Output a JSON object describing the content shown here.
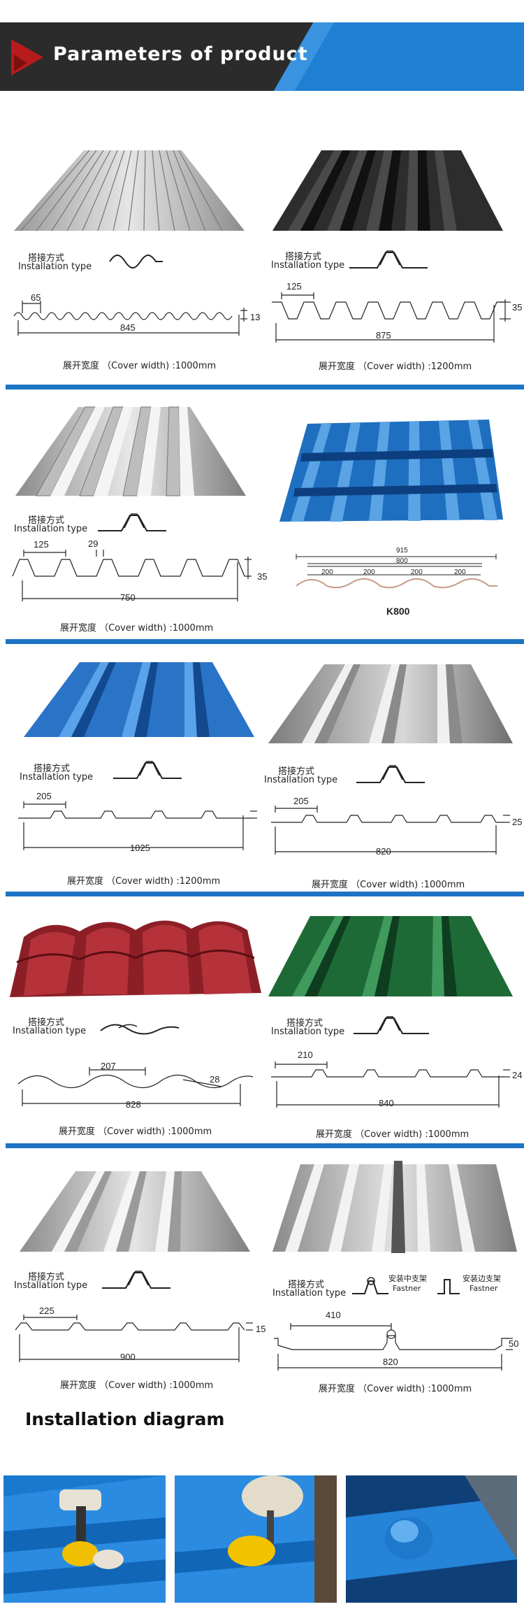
{
  "header": {
    "title": "Parameters of product"
  },
  "panels": [
    {
      "install_cn": "搭接方式",
      "install_en": "Installation type",
      "dims": [
        "65",
        "845",
        "13"
      ],
      "cover": "展开宽度 （Cover width) :1000mm"
    },
    {
      "install_cn": "搭接方式",
      "install_en": "Installation type",
      "dims": [
        "125",
        "875",
        "35"
      ],
      "cover": "展开宽度 （Cover width) :1200mm"
    },
    {
      "install_cn": "搭接方式",
      "install_en": "Installation type",
      "dims": [
        "125",
        "29",
        "750",
        "35"
      ],
      "cover": "展开宽度 （Cover width) :1000mm"
    },
    {
      "dims": [
        "915",
        "800",
        "200",
        "200",
        "200",
        "200"
      ],
      "label": "K800"
    },
    {
      "install_cn": "搭接方式",
      "install_en": "Installation type",
      "dims": [
        "205",
        "1025"
      ],
      "cover": "展开宽度 （Cover width) :1200mm"
    },
    {
      "install_cn": "搭接方式",
      "install_en": "Installation type",
      "dims": [
        "205",
        "820",
        "25"
      ],
      "cover": "展开宽度 （Cover width) :1000mm"
    },
    {
      "install_cn": "搭接方式",
      "install_en": "Installation type",
      "dims": [
        "207",
        "28",
        "828"
      ],
      "cover": "展开宽度 （Cover width) :1000mm"
    },
    {
      "install_cn": "搭接方式",
      "install_en": "Installation type",
      "dims": [
        "210",
        "840",
        "24"
      ],
      "cover": "展开宽度 （Cover width) :1000mm"
    },
    {
      "install_cn": "搭接方式",
      "install_en": "Installation type",
      "dims": [
        "225",
        "900",
        "15"
      ],
      "cover": "展开宽度 （Cover width) :1000mm"
    },
    {
      "install_cn": "搭接方式",
      "install_en": "Installation type",
      "fastner_mid_cn": "安装中支架",
      "fastner_mid_en": "Fastner",
      "fastner_edge_cn": "安装边支架",
      "fastner_edge_en": "Fastner",
      "dims": [
        "410",
        "820",
        "50"
      ],
      "cover": "展开宽度 （Cover width) :1000mm"
    }
  ],
  "installation": {
    "heading": "Installation diagram"
  },
  "colors": {
    "accent_blue": "#1d74c4",
    "header_dark": "#2b2b2b",
    "header_red": "#b71b1b"
  }
}
